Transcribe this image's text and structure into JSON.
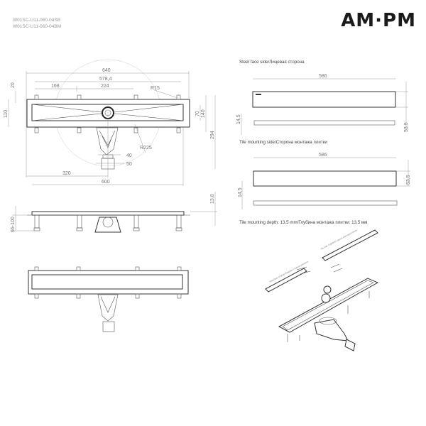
{
  "header": {
    "codes": [
      "W01SC-U11-060-04SB",
      "W01SC-U11-060-04BM"
    ],
    "brand": "AM·PM"
  },
  "top_view": {
    "dims": {
      "overall": "640",
      "between_legs": "578,4",
      "leg_spacing_a": "168",
      "leg_spacing_b": "224",
      "radius_leg": "R15",
      "radius_swing": "R225",
      "outlet_inner": "40",
      "outlet_outer": "50",
      "to_outlet": "320",
      "channel": "600",
      "frame_width": "110",
      "offset": "20",
      "inner_width": "70",
      "leg_width": "140",
      "total_depth": "294"
    }
  },
  "side_view": {
    "dims": {
      "height_range": "65-100",
      "plate": "13,8"
    }
  },
  "right": {
    "steel_face_caption": "Steel face side/Лицевая сторона",
    "tile_side_caption": "Tile mounting side/Сторона монтажа плитки",
    "depth_caption": "Tile mounting depth: 13,5 mm/Глубина монтажа плитки: 13,5 мм",
    "length": "586",
    "width": "53,5",
    "thickness": "14,5",
    "iso_labels": [
      "Tile side of grate/Сторона монтажа плитки",
      "Steel face of grate/Лицевая сторона решетки"
    ]
  }
}
